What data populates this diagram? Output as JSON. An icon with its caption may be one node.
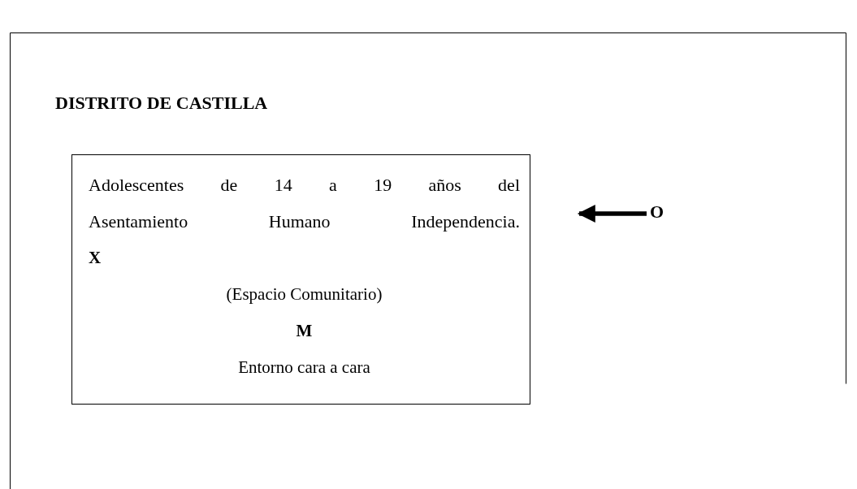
{
  "diagram": {
    "nodes": [
      {
        "text": [
          "DISTRITO DE CASTILLA"
        ]
      },
      {
        "text": [
          "Adolescentes de 14 a 19 años del Asentamiento Humano Independencia.",
          "X",
          "(Espacio Comunitario)",
          "M",
          "Entorno cara a cara"
        ],
        "in": 0
      },
      {
        "text": [
          "O"
        ],
        "in": 0
      }
    ],
    "edges": [
      {
        "from": 2,
        "to": 1,
        "arrow": "to"
      }
    ]
  }
}
